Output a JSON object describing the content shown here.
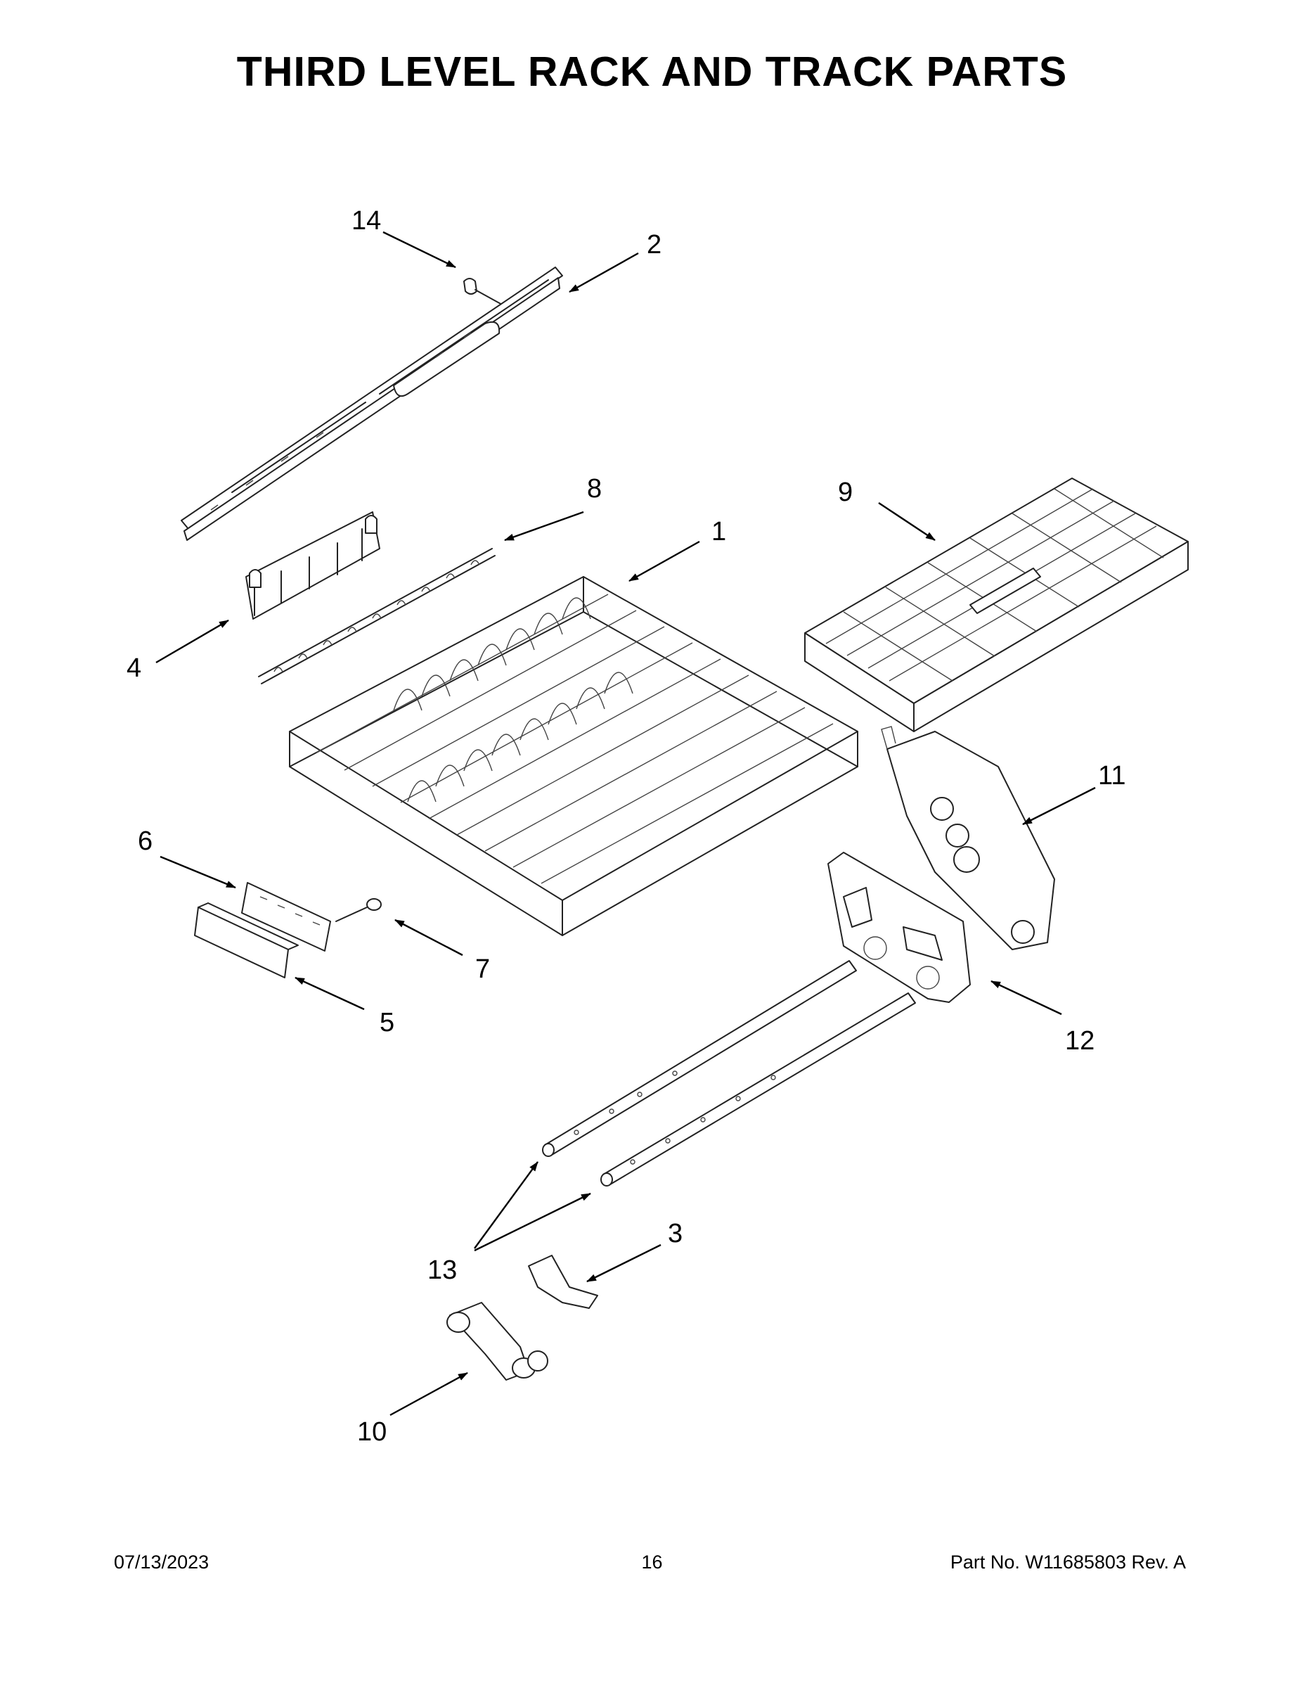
{
  "title": "THIRD LEVEL RACK AND TRACK PARTS",
  "callouts": {
    "c1": "1",
    "c2": "2",
    "c3": "3",
    "c4": "4",
    "c5": "5",
    "c6": "6",
    "c7": "7",
    "c8": "8",
    "c9": "9",
    "c10": "10",
    "c11": "11",
    "c12": "12",
    "c13": "13",
    "c14": "14"
  },
  "footer": {
    "date": "07/13/2023",
    "page": "16",
    "part_number": "Part No.  W11685803  Rev.  A"
  }
}
